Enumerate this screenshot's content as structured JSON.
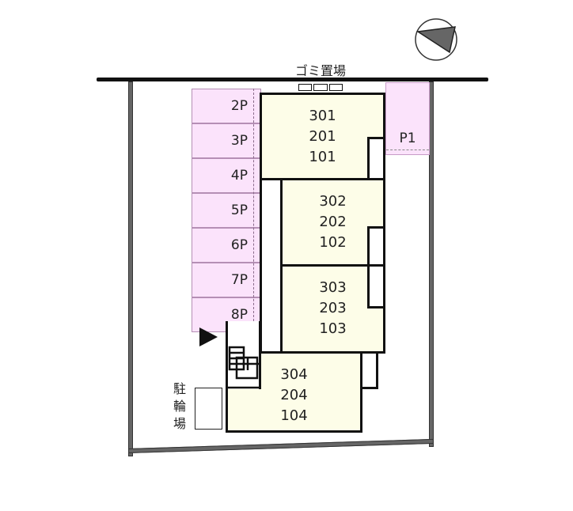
{
  "compass": {
    "icon": "north-arrow-icon"
  },
  "garbage_label": "ゴミ置場",
  "parking": [
    {
      "label": "2P"
    },
    {
      "label": "3P"
    },
    {
      "label": "4P"
    },
    {
      "label": "5P"
    },
    {
      "label": "6P"
    },
    {
      "label": "7P"
    },
    {
      "label": "8P"
    }
  ],
  "parking_p1": "P1",
  "buildings": [
    {
      "units": [
        "301",
        "201",
        "101"
      ]
    },
    {
      "units": [
        "302",
        "202",
        "102"
      ]
    },
    {
      "units": [
        "303",
        "203",
        "103"
      ]
    },
    {
      "units": [
        "304",
        "204",
        "104"
      ]
    }
  ],
  "bicycle_parking": "駐輪場",
  "entrance": {
    "icon": "entrance-arrow-icon"
  },
  "colors": {
    "parking": "#fbe3fb",
    "building": "#fdfde8",
    "wall": "#666666"
  }
}
